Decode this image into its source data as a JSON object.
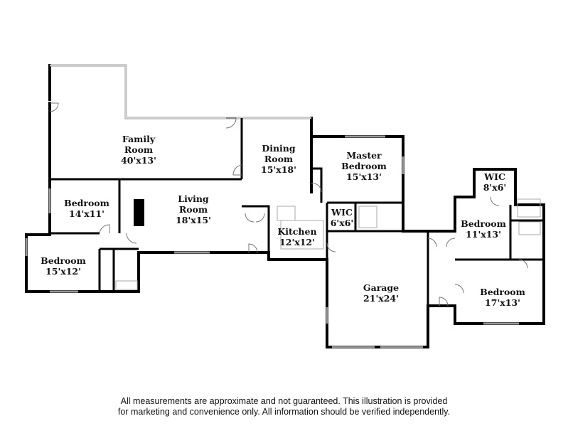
{
  "rooms": [
    {
      "name": "Family Room",
      "line1": "Family",
      "line2": "Room",
      "dims": "40'x13'"
    },
    {
      "name": "Dining Room",
      "line1": "Dining",
      "line2": "Room",
      "dims": "15'x18'"
    },
    {
      "name": "Master Bedroom",
      "line1": "Master",
      "line2": "Bedroom",
      "dims": "15'x13'"
    },
    {
      "name": "Bedroom",
      "line1": "Bedroom",
      "dims": "14'x11'"
    },
    {
      "name": "Living Room",
      "line1": "Living",
      "line2": "Room",
      "dims": "18'x15'"
    },
    {
      "name": "Bedroom",
      "line1": "Bedroom",
      "dims": "15'x12'"
    },
    {
      "name": "Kitchen",
      "line1": "Kitchen",
      "dims": "12'x12'"
    },
    {
      "name": "WIC",
      "line1": "WIC",
      "dims": "6'x6'"
    },
    {
      "name": "Garage",
      "line1": "Garage",
      "dims": "21'x24'"
    },
    {
      "name": "WIC",
      "line1": "WIC",
      "dims": "8'x6'"
    },
    {
      "name": "Bedroom",
      "line1": "Bedroom",
      "dims": "11'x13'"
    },
    {
      "name": "Bedroom",
      "line1": "Bedroom",
      "dims": "17'x13'"
    }
  ],
  "disclaimer": {
    "line1": "All measurements are approximate and not guaranteed. This illustration is provided",
    "line2": "for marketing and convenience only. All information should be verified independently."
  }
}
